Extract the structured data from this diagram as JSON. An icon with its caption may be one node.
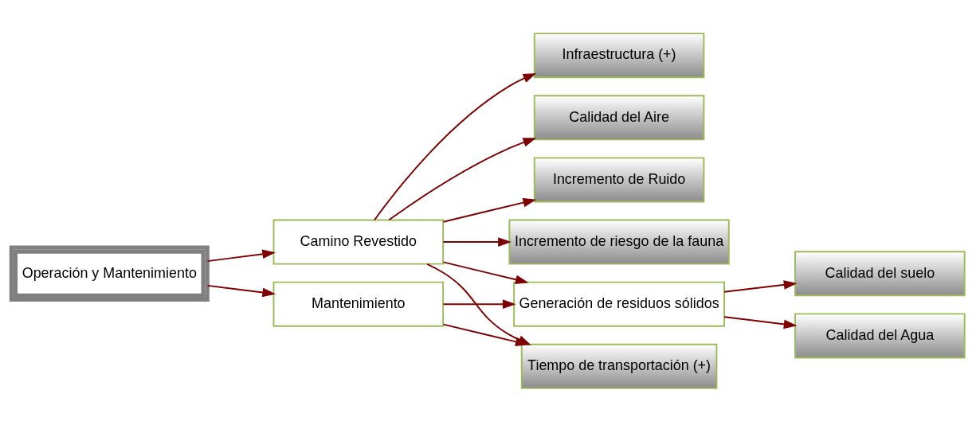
{
  "diagram": {
    "nodes": [
      {
        "text": [
          "Operación y Mantenimiento"
        ]
      },
      {
        "text": [
          "Camino Revestido"
        ]
      },
      {
        "text": [
          "Mantenimiento"
        ]
      },
      {
        "text": [
          "Incremento de Ruido"
        ]
      },
      {
        "text": [
          "Incremento de riesgo de la fauna"
        ]
      },
      {
        "text": [
          "Generación de residuos sólidos"
        ]
      },
      {
        "text": [
          "Tiempo de transportación (+)"
        ]
      },
      {
        "text": [
          "Infraestructura (+)"
        ]
      },
      {
        "text": [
          "Calidad del Aire"
        ]
      },
      {
        "text": [
          "Calidad del suelo"
        ]
      },
      {
        "text": [
          "Calidad del Agua"
        ]
      }
    ],
    "edges": [
      {
        "from": 0,
        "to": 1,
        "arrow": "to"
      },
      {
        "from": 0,
        "to": 2,
        "arrow": "to"
      },
      {
        "from": 1,
        "to": 3,
        "arrow": "to"
      },
      {
        "from": 1,
        "to": 4,
        "arrow": "to"
      },
      {
        "from": 1,
        "to": 5,
        "arrow": "to"
      },
      {
        "from": 1,
        "to": 6,
        "arrow": "to"
      },
      {
        "from": 1,
        "to": 7,
        "arrow": "to"
      },
      {
        "from": 1,
        "to": 8,
        "arrow": "to"
      },
      {
        "from": 2,
        "to": 5,
        "arrow": "to"
      },
      {
        "from": 2,
        "to": 6,
        "arrow": "to"
      },
      {
        "from": 5,
        "to": 9,
        "arrow": "to"
      },
      {
        "from": 5,
        "to": 10,
        "arrow": "to"
      }
    ]
  }
}
